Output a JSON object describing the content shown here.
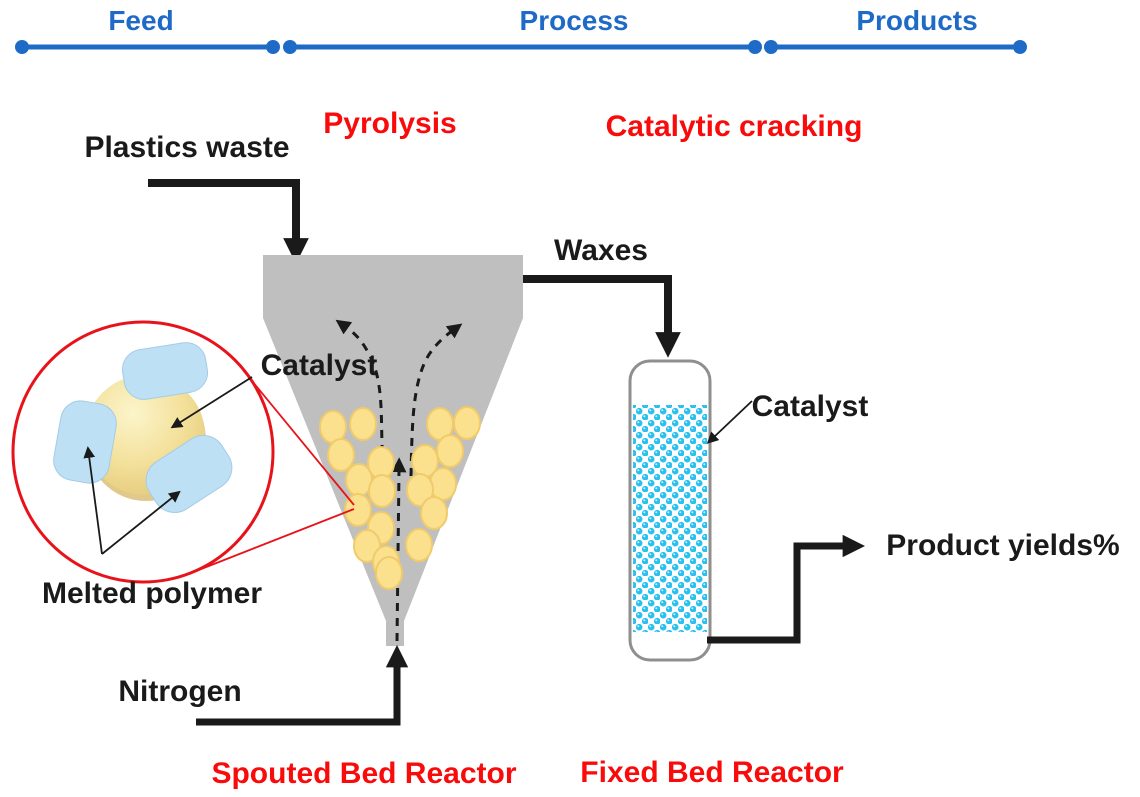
{
  "colors": {
    "accent_blue": "#1E6BC7",
    "stage_red": "#F90B0B",
    "ink": "#1A1A1A",
    "funnel_gray": "#BFBFBF",
    "particle_yellow": "#FBE18D",
    "particle_border": "#F0CB6B",
    "bead_cyan": "#29BFEF",
    "patch_blue": "#BEE0F5",
    "patch_border": "#A5CBE6",
    "reactor_border": "#8F8F8F",
    "magnifier_red": "#E8131A"
  },
  "timeline": {
    "feed": "Feed",
    "process": "Process",
    "products": "Products"
  },
  "stages": {
    "pyrolysis": "Pyrolysis",
    "catalytic_cracking": "Catalytic cracking"
  },
  "labels": {
    "plastics_waste": "Plastics waste",
    "waxes": "Waxes",
    "catalyst_spouted": "Catalyst",
    "catalyst_fixed": "Catalyst",
    "melted_polymer": "Melted polymer",
    "nitrogen": "Nitrogen",
    "product_yields": "Product yields%"
  },
  "reactors": {
    "spouted": "Spouted Bed Reactor",
    "fixed": "Fixed Bed Reactor"
  }
}
